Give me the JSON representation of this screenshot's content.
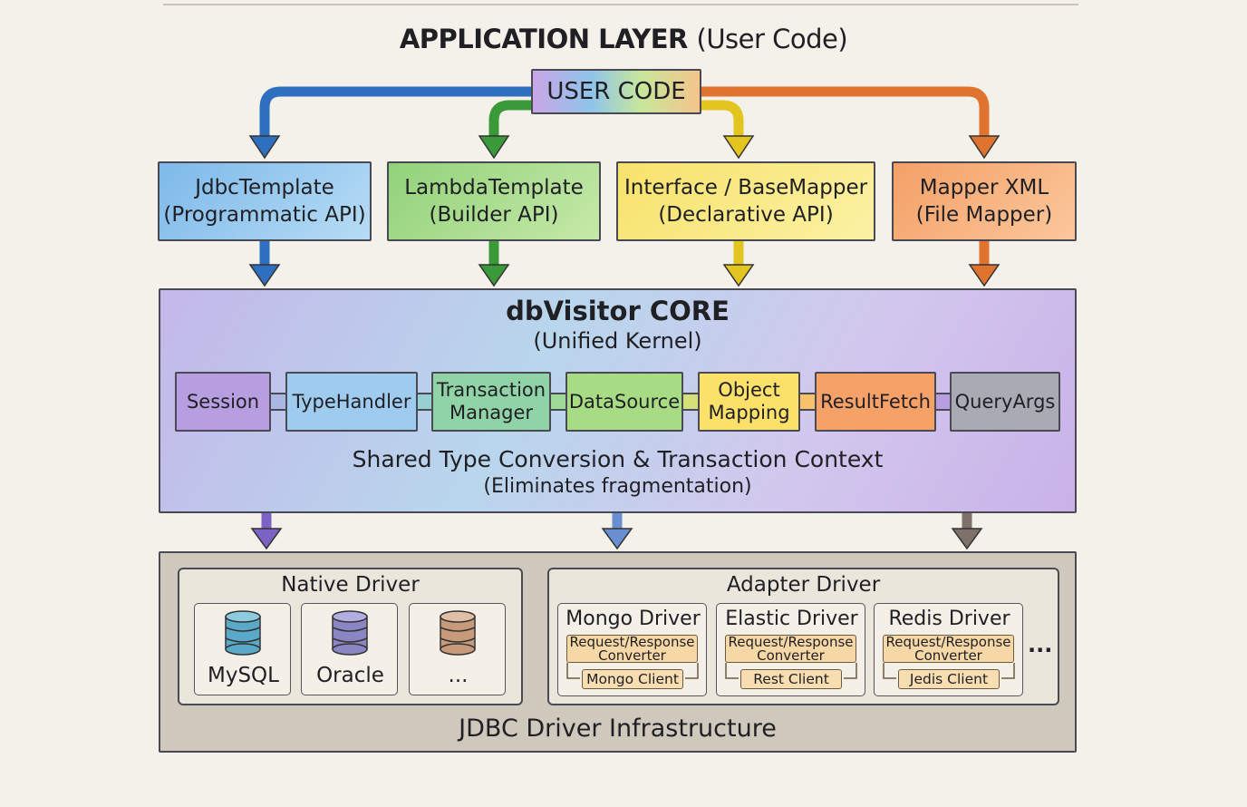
{
  "header": {
    "title": "APPLICATION LAYER",
    "subtitle": "(User Code)"
  },
  "user_code": {
    "label": "USER CODE"
  },
  "apis": [
    {
      "name": "JdbcTemplate",
      "desc": "(Programmatic API)",
      "color": "#2f6fc0"
    },
    {
      "name": "LambdaTemplate",
      "desc": "(Builder API)",
      "color": "#3a9a3a"
    },
    {
      "name": "Interface / BaseMapper",
      "desc": "(Declarative API)",
      "color": "#d2b81f"
    },
    {
      "name": "Mapper XML",
      "desc": "(File Mapper)",
      "color": "#e0742f"
    }
  ],
  "core": {
    "title": "dbVisitor CORE",
    "subtitle": "(Unified Kernel)",
    "modules": [
      {
        "line1": "Session",
        "line2": ""
      },
      {
        "line1": "TypeHandler",
        "line2": ""
      },
      {
        "line1": "Transaction",
        "line2": "Manager"
      },
      {
        "line1": "DataSource",
        "line2": ""
      },
      {
        "line1": "Object",
        "line2": "Mapping"
      },
      {
        "line1": "ResultFetch",
        "line2": ""
      },
      {
        "line1": "QueryArgs",
        "line2": ""
      }
    ],
    "footer": "Shared Type Conversion & Transaction Context",
    "footer_sub": "(Eliminates fragmentation)"
  },
  "infra": {
    "title": "JDBC Driver Infrastructure",
    "native": {
      "title": "Native Driver",
      "dbs": [
        {
          "label": "MySQL",
          "color": "#5aa9c8"
        },
        {
          "label": "Oracle",
          "color": "#8a86c4"
        },
        {
          "label": "...",
          "color": "#c79a7a"
        }
      ]
    },
    "adapter": {
      "title": "Adapter Driver",
      "drivers": [
        {
          "name": "Mongo Driver",
          "converter_line1": "Request/Response",
          "converter_line2": "Converter",
          "client": "Mongo Client"
        },
        {
          "name": "Elastic Driver",
          "converter_line1": "Request/Response",
          "converter_line2": "Converter",
          "client": "Rest Client"
        },
        {
          "name": "Redis Driver",
          "converter_line1": "Request/Response",
          "converter_line2": "Converter",
          "client": "Jedis Client"
        }
      ],
      "more": "..."
    }
  }
}
